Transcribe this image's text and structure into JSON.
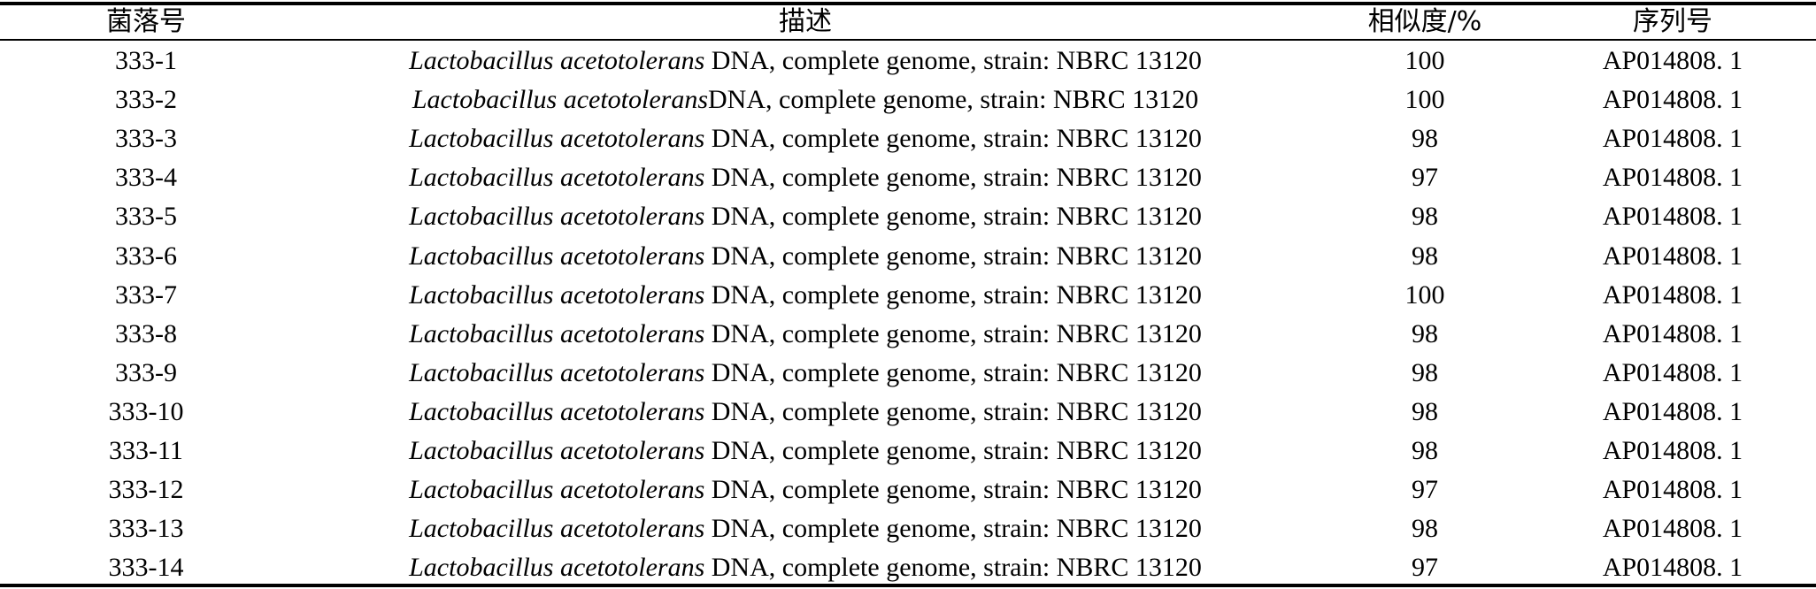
{
  "table": {
    "headers": {
      "colony": "菌落号",
      "description": "描述",
      "similarity": "相似度/%",
      "sequence": "序列号"
    },
    "rows": [
      {
        "colony": "333-1",
        "species": "Lactobacillus acetotolerans",
        "desc_rest": " DNA, complete genome, strain: NBRC 13120",
        "similarity": "100",
        "sequence": "AP014808. 1"
      },
      {
        "colony": "333-2",
        "species": "Lactobacillus acetotolerans",
        "desc_rest": "DNA, complete genome, strain: NBRC 13120",
        "similarity": "100",
        "sequence": "AP014808. 1"
      },
      {
        "colony": "333-3",
        "species": "Lactobacillus acetotolerans",
        "desc_rest": " DNA, complete genome, strain: NBRC 13120",
        "similarity": "98",
        "sequence": "AP014808. 1"
      },
      {
        "colony": "333-4",
        "species": "Lactobacillus acetotolerans",
        "desc_rest": " DNA, complete genome, strain: NBRC 13120",
        "similarity": "97",
        "sequence": "AP014808. 1"
      },
      {
        "colony": "333-5",
        "species": "Lactobacillus acetotolerans",
        "desc_rest": " DNA, complete genome, strain: NBRC 13120",
        "similarity": "98",
        "sequence": "AP014808. 1"
      },
      {
        "colony": "333-6",
        "species": "Lactobacillus acetotolerans",
        "desc_rest": " DNA, complete genome, strain: NBRC 13120",
        "similarity": "98",
        "sequence": "AP014808. 1"
      },
      {
        "colony": "333-7",
        "species": "Lactobacillus acetotolerans",
        "desc_rest": " DNA, complete genome, strain: NBRC 13120",
        "similarity": "100",
        "sequence": "AP014808. 1"
      },
      {
        "colony": "333-8",
        "species": "Lactobacillus acetotolerans",
        "desc_rest": " DNA, complete genome, strain: NBRC 13120",
        "similarity": "98",
        "sequence": "AP014808. 1"
      },
      {
        "colony": "333-9",
        "species": "Lactobacillus acetotolerans",
        "desc_rest": " DNA, complete genome, strain: NBRC 13120",
        "similarity": "98",
        "sequence": "AP014808. 1"
      },
      {
        "colony": "333-10",
        "species": "Lactobacillus acetotolerans",
        "desc_rest": " DNA, complete genome, strain: NBRC 13120",
        "similarity": "98",
        "sequence": "AP014808. 1"
      },
      {
        "colony": "333-11",
        "species": "Lactobacillus acetotolerans",
        "desc_rest": " DNA, complete genome, strain: NBRC 13120",
        "similarity": "98",
        "sequence": "AP014808. 1"
      },
      {
        "colony": "333-12",
        "species": "Lactobacillus acetotolerans",
        "desc_rest": " DNA, complete genome, strain: NBRC 13120",
        "similarity": "97",
        "sequence": "AP014808. 1"
      },
      {
        "colony": "333-13",
        "species": "Lactobacillus acetotolerans",
        "desc_rest": " DNA, complete genome, strain: NBRC 13120",
        "similarity": "98",
        "sequence": "AP014808. 1"
      },
      {
        "colony": "333-14",
        "species": "Lactobacillus acetotolerans",
        "desc_rest": " DNA, complete genome, strain: NBRC 13120",
        "similarity": "97",
        "sequence": "AP014808. 1"
      }
    ]
  }
}
